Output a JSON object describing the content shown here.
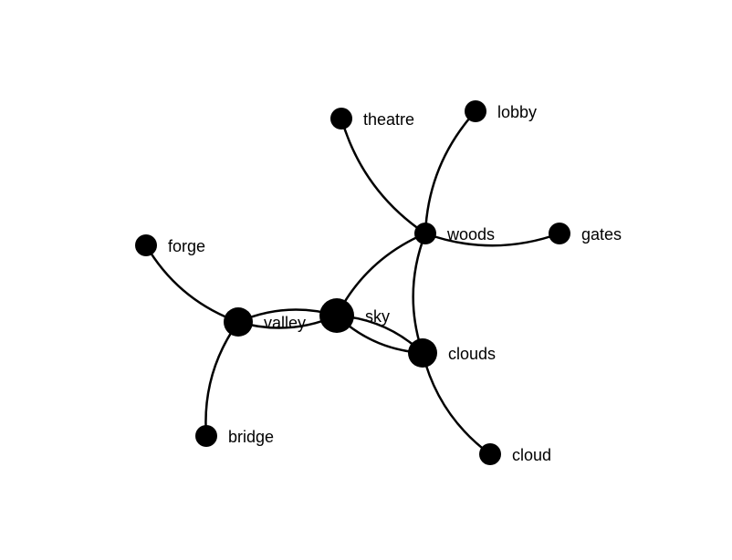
{
  "graph": {
    "nodes": [
      {
        "id": "theatre",
        "label": "theatre"
      },
      {
        "id": "lobby",
        "label": "lobby"
      },
      {
        "id": "woods",
        "label": "woods"
      },
      {
        "id": "gates",
        "label": "gates"
      },
      {
        "id": "forge",
        "label": "forge"
      },
      {
        "id": "valley",
        "label": "valley"
      },
      {
        "id": "sky",
        "label": "sky"
      },
      {
        "id": "clouds",
        "label": "clouds"
      },
      {
        "id": "bridge",
        "label": "bridge"
      },
      {
        "id": "cloud",
        "label": "cloud"
      }
    ],
    "edges": [
      {
        "source": "theatre",
        "target": "woods"
      },
      {
        "source": "lobby",
        "target": "woods"
      },
      {
        "source": "woods",
        "target": "gates"
      },
      {
        "source": "woods",
        "target": "sky"
      },
      {
        "source": "woods",
        "target": "clouds"
      },
      {
        "source": "forge",
        "target": "valley"
      },
      {
        "source": "valley",
        "target": "sky"
      },
      {
        "source": "sky",
        "target": "valley"
      },
      {
        "source": "sky",
        "target": "clouds"
      },
      {
        "source": "clouds",
        "target": "sky"
      },
      {
        "source": "valley",
        "target": "bridge"
      },
      {
        "source": "clouds",
        "target": "cloud"
      }
    ],
    "colors": {
      "node": "#000000",
      "edge": "#000000",
      "background": "#ffffff"
    }
  }
}
